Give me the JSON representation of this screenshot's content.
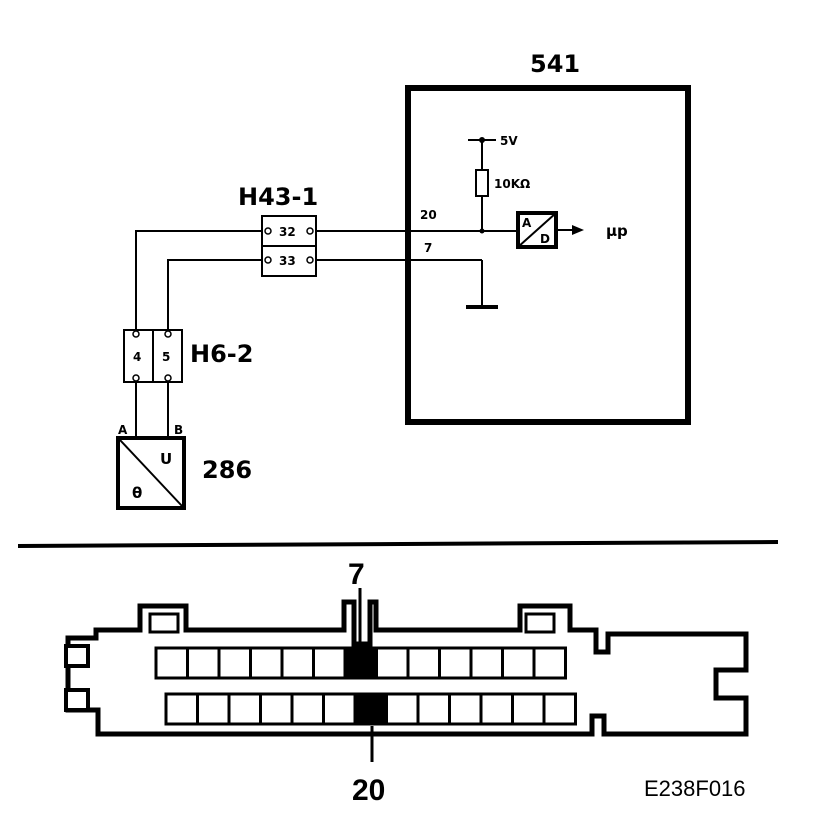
{
  "ecu": {
    "label": "541",
    "supply": "5V",
    "resistor": "10KΩ",
    "adc_top": "A",
    "adc_bottom": "D",
    "output": "µp"
  },
  "pins": {
    "signal": "20",
    "ground": "7"
  },
  "connector_h43": {
    "label": "H43-1",
    "pin_a": "32",
    "pin_b": "33"
  },
  "connector_h6": {
    "label": "H6-2",
    "pin_a": "4",
    "pin_b": "5"
  },
  "sensor": {
    "label": "286",
    "wire_a": "A",
    "wire_b": "B",
    "symbol_u": "U",
    "symbol_theta": "θ"
  },
  "ecu_connector": {
    "pin_top_label": "7",
    "pin_bottom_label": "20"
  },
  "figure_ref": "E238F016",
  "colors": {
    "line": "#000000",
    "background": "#ffffff"
  }
}
